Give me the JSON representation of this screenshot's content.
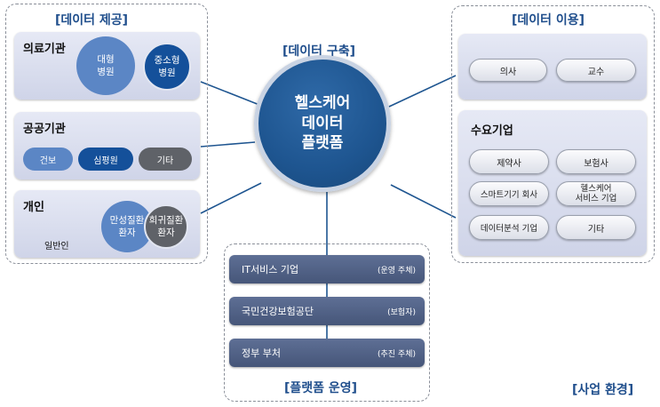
{
  "sections": {
    "provide_title": "[데이터 제공]",
    "use_title": "[데이터 이용]",
    "build_title": "[데이터 구축]",
    "operate_title": "[플랫폼 운영]",
    "environment_label": "[사업 환경]"
  },
  "hub": {
    "line1": "헬스케어",
    "line2": "데이터",
    "line3": "플랫폼"
  },
  "providers": {
    "medical": {
      "title": "의료기관",
      "large_hospital": "대형\n병원",
      "mid_hospital": "중소형\n병원"
    },
    "public": {
      "title": "공공기관",
      "items": [
        "건보",
        "심평원",
        "기타"
      ]
    },
    "individual": {
      "title": "개인",
      "general": "일반인",
      "chronic": "만성질환\n환자",
      "rare": "희귀질환\n환자"
    }
  },
  "users": {
    "top_items": [
      "의사",
      "교수"
    ],
    "demand": {
      "title": "수요기업",
      "items": [
        "제약사",
        "보험사",
        "스마트기기 회사",
        "헬스케어\n서비스 기업",
        "데이터분석 기업",
        "기타"
      ]
    }
  },
  "operation": [
    {
      "name": "IT서비스 기업",
      "role": "(운영 주체)"
    },
    {
      "name": "국민건강보험공단",
      "role": "(보험자)"
    },
    {
      "name": "정부 부처",
      "role": "(추진 주체)"
    }
  ],
  "colors": {
    "title_blue": "#1f4e8c",
    "hub_blue": "#1e5590",
    "bar_slate": "#4f6084",
    "circle_light_blue": "#5b86c5",
    "circle_dark_blue": "#14509a",
    "circle_gray": "#5f6268"
  }
}
